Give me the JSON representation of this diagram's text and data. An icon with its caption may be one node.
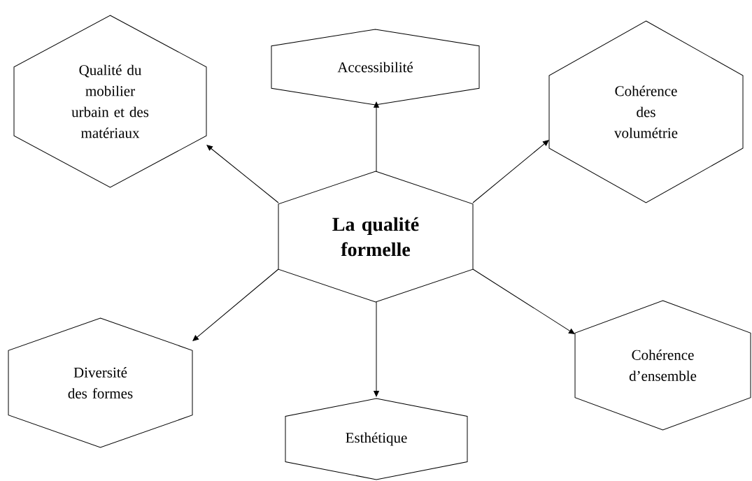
{
  "diagram": {
    "nodes": [
      {
        "text": [
          "La qualité formelle"
        ]
      },
      {
        "text": [
          "Qualité du mobilier urbain et des matériaux"
        ]
      },
      {
        "text": [
          "Accessibilité"
        ]
      },
      {
        "text": [
          "Cohérence des volumétrie"
        ]
      },
      {
        "text": [
          "Diversité des formes"
        ]
      },
      {
        "text": [
          "Esthétique"
        ]
      },
      {
        "text": [
          "Cohérence d’ensemble"
        ]
      }
    ],
    "edges": [
      {
        "from": 0,
        "to": 1,
        "arrow": "to"
      },
      {
        "from": 0,
        "to": 2,
        "arrow": "to"
      },
      {
        "from": 0,
        "to": 3,
        "arrow": "to"
      },
      {
        "from": 0,
        "to": 4,
        "arrow": "to"
      },
      {
        "from": 0,
        "to": 5,
        "arrow": "to"
      },
      {
        "from": 0,
        "to": 6,
        "arrow": "to"
      }
    ]
  }
}
